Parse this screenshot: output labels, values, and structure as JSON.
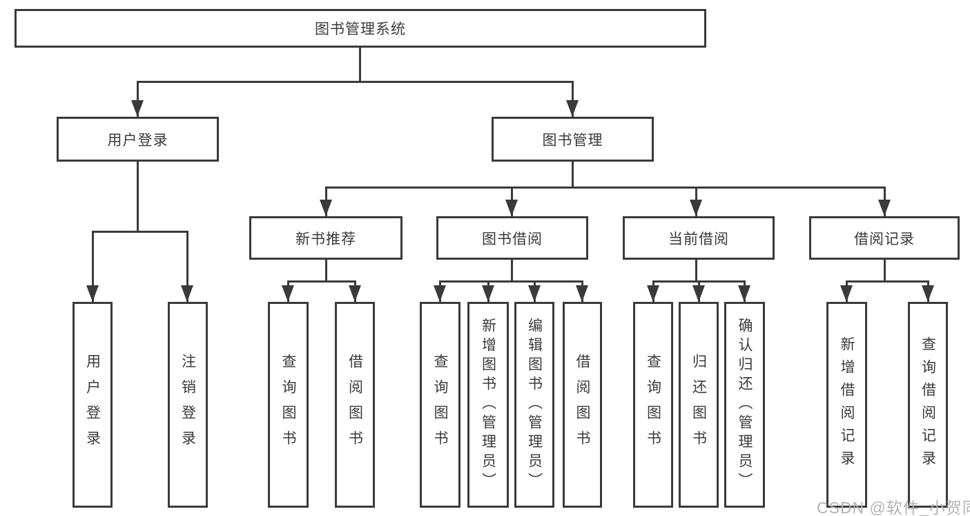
{
  "tree": {
    "root": {
      "label": "图书管理系统"
    },
    "children": [
      {
        "label": "用户登录",
        "children": [
          {
            "label": "用户登录"
          },
          {
            "label": "注销登录"
          }
        ]
      },
      {
        "label": "图书管理",
        "children": [
          {
            "label": "新书推荐",
            "children": [
              {
                "label": "查询图书"
              },
              {
                "label": "借阅图书"
              }
            ]
          },
          {
            "label": "图书借阅",
            "children": [
              {
                "label": "查询图书"
              },
              {
                "label": "新增图书（管理员）"
              },
              {
                "label": "编辑图书（管理员）"
              },
              {
                "label": "借阅图书"
              }
            ]
          },
          {
            "label": "当前借阅",
            "children": [
              {
                "label": "查询图书"
              },
              {
                "label": "归还图书"
              },
              {
                "label": "确认归还（管理员）"
              }
            ]
          },
          {
            "label": "借阅记录",
            "children": [
              {
                "label": "新增借阅记录"
              },
              {
                "label": "查询借阅记录"
              }
            ]
          }
        ]
      }
    ]
  },
  "watermark": {
    "text": "CSDN @软件_小贺同学",
    "color": "#b5b1b1"
  },
  "colors": {
    "line": "#3a3a3a",
    "text": "#3a3a3a",
    "box_background": "#ffffff",
    "page_background": "#ffffff"
  }
}
